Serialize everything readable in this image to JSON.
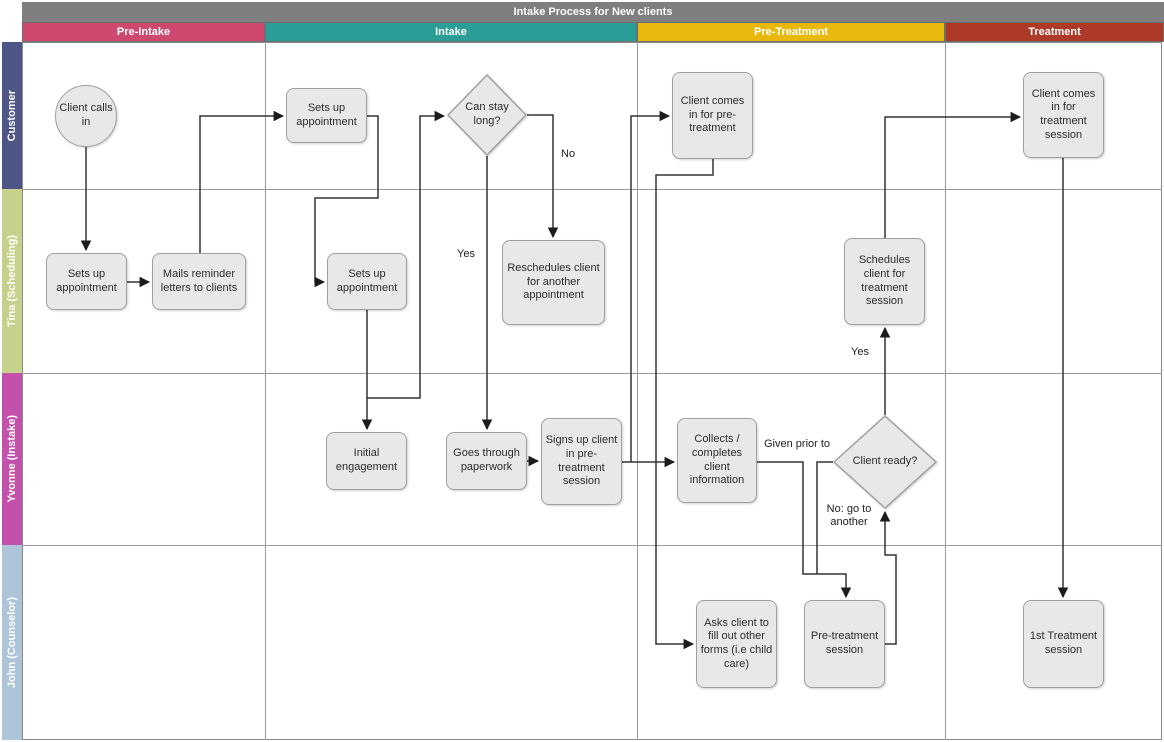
{
  "title": "Intake Process for New clients",
  "columns": [
    {
      "id": "pre-intake",
      "label": "Pre-Intake",
      "color": "#cd4a6e"
    },
    {
      "id": "intake",
      "label": "Intake",
      "color": "#2a9d96"
    },
    {
      "id": "pre-treatment",
      "label": "Pre-Treatment",
      "color": "#e8b90c"
    },
    {
      "id": "treatment",
      "label": "Treatment",
      "color": "#ad3a28"
    }
  ],
  "rows": [
    {
      "id": "customer",
      "label": "Customer",
      "color": "#4d5687"
    },
    {
      "id": "tina",
      "label": "Tina (Scheduling)",
      "color": "#c8d18b"
    },
    {
      "id": "yvonne",
      "label": "Yvonne (Instake)",
      "color": "#c351ab"
    },
    {
      "id": "john",
      "label": "John (Counselor)",
      "color": "#aec4d8"
    }
  ],
  "nodes": {
    "client_calls": {
      "shape": "circle",
      "text": "Client calls in"
    },
    "setup_appt_a": {
      "shape": "process",
      "text": "Sets up appointment"
    },
    "mails_reminder": {
      "shape": "process",
      "text": "Mails reminder letters to clients"
    },
    "setup_appt_b": {
      "shape": "process",
      "text": "Sets up appointment"
    },
    "can_stay_long": {
      "shape": "decision",
      "text": "Can stay long?"
    },
    "setup_appt_c": {
      "shape": "process",
      "text": "Sets up appointment"
    },
    "reschedules": {
      "shape": "process",
      "text": "Reschedules client for another appointment"
    },
    "initial_engagement": {
      "shape": "process",
      "text": "Initial engagement"
    },
    "goes_paperwork": {
      "shape": "process",
      "text": "Goes through paperwork"
    },
    "signs_up": {
      "shape": "process",
      "text": "Signs up client in pre-treatment session"
    },
    "client_pre": {
      "shape": "process",
      "text": "Client comes in for pre-treatment"
    },
    "schedules_client": {
      "shape": "process",
      "text": "Schedules client for treatment session"
    },
    "collects_info": {
      "shape": "process",
      "text": "Collects / completes client information"
    },
    "client_ready": {
      "shape": "decision",
      "text": "Client ready?"
    },
    "asks_forms": {
      "shape": "process",
      "text": "Asks client to fill out other forms (i.e child care)"
    },
    "pretreat_session": {
      "shape": "process",
      "text": "Pre-treatment session"
    },
    "client_treat": {
      "shape": "process",
      "text": "Client comes in for treatment session"
    },
    "first_treat": {
      "shape": "process",
      "text": "1st Treatment session"
    }
  },
  "edge_labels": {
    "no_stay": "No",
    "yes_stay": "Yes",
    "given_prior": "Given prior to",
    "yes_ready": "Yes",
    "no_ready": "No: go to another"
  }
}
